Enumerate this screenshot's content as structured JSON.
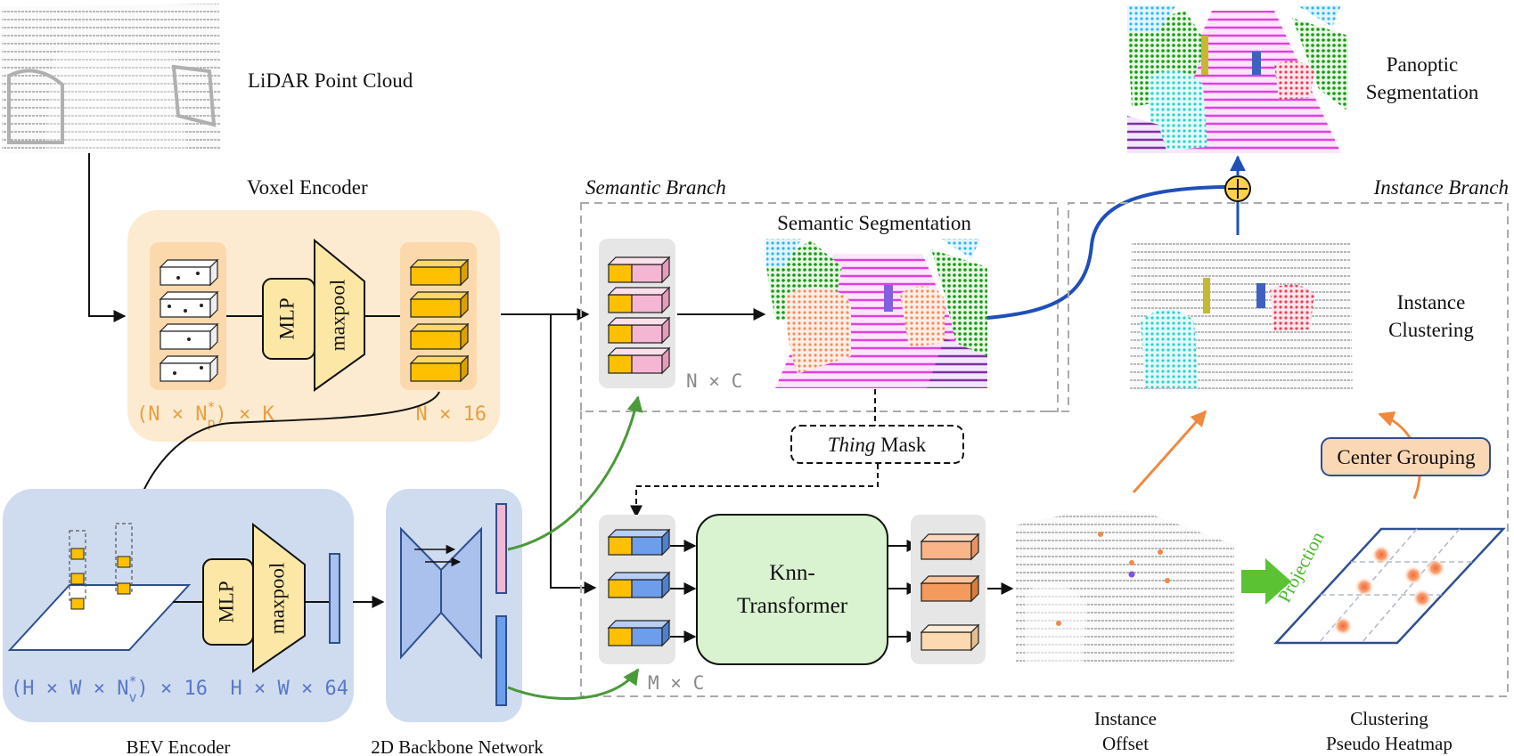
{
  "labels": {
    "lidar_point_cloud": "LiDAR Point Cloud",
    "voxel_encoder": "Voxel Encoder",
    "semantic_branch": "Semantic Branch",
    "semantic_segmentation": "Semantic Segmentation",
    "instance_branch": "Instance Branch",
    "panoptic_line1": "Panoptic",
    "panoptic_line2": "Segmentation",
    "instance_clustering_line1": "Instance",
    "instance_clustering_line2": "Clustering",
    "center_grouping": "Center Grouping",
    "mlp": "MLP",
    "maxpool": "maxpool",
    "voxel_dim_left": "(N × N",
    "voxel_dim_left_sub": "p",
    "voxel_dim_left_sup": "*",
    "voxel_dim_left_tail": ") × K",
    "voxel_dim_right": "N × 16",
    "nxc": "N × C",
    "thing_italic": "Thing",
    "thing_rest": " Mask",
    "bev_dim_left": "(H × W × N",
    "bev_dim_left_sub": "v",
    "bev_dim_left_sup": "*",
    "bev_dim_left_tail": ") × 16",
    "bev_dim_right": "H × W × 64",
    "mxc": "M × C",
    "knn_line1": "Knn-",
    "knn_line2": "Transformer",
    "projection": "Projection",
    "instance_offset_line1": "Instance",
    "instance_offset_line2": "Offset",
    "clustering_heatmap_line1": "Clustering",
    "clustering_heatmap_line2": "Pseudo Heatmap",
    "bev_encoder": "BEV Encoder",
    "backbone": "2D Backbone Network"
  },
  "colors": {
    "voxel_bg": "#fdebd1",
    "bev_bg": "#cfdcf0",
    "feature_yellow": "#ffc000",
    "feature_pink": "#f4b6d3",
    "feature_blue": "#6d9eeb",
    "mlp_fill": "#fde7a6",
    "knn_fill": "#d9f2d0",
    "center_grouping_fill": "#fad7b5",
    "green_arrow": "#4a9a3a",
    "blue_arrow": "#1f4fb8",
    "orange_arrow": "#ee8a40",
    "voxel_text": "#e8a040",
    "bev_text": "#5a78c8",
    "gray_text": "#8a8a8a"
  }
}
